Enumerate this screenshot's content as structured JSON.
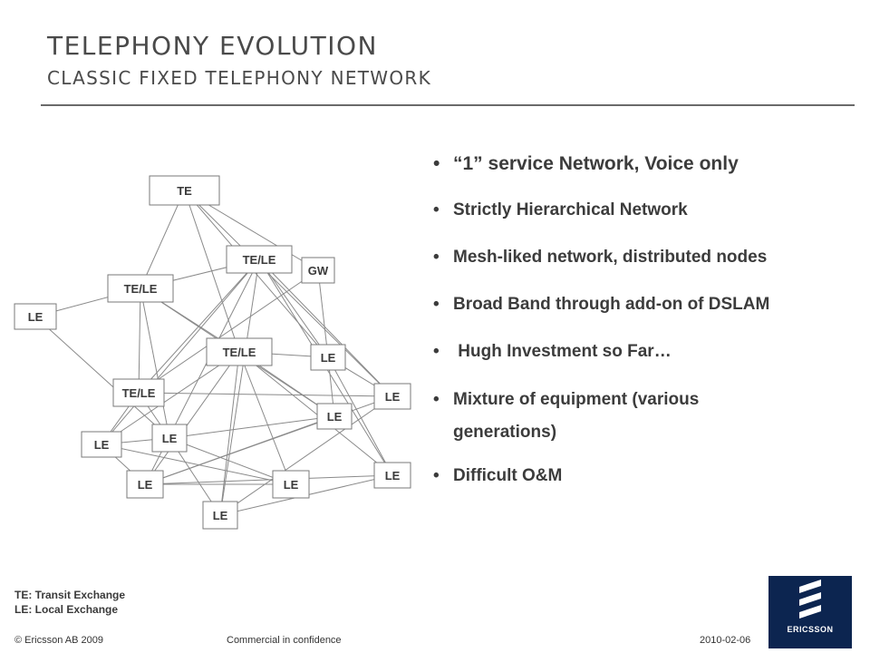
{
  "title": "TELEPHONY EVOLUTION",
  "subtitle": "CLASSIC FIXED TELEPHONY NETWORK",
  "network": {
    "nodes": [
      {
        "id": "te",
        "label": "TE"
      },
      {
        "id": "tele1",
        "label": "TE/LE"
      },
      {
        "id": "gw",
        "label": "GW"
      },
      {
        "id": "tele2",
        "label": "TE/LE"
      },
      {
        "id": "le_left",
        "label": "LE"
      },
      {
        "id": "tele3",
        "label": "TE/LE"
      },
      {
        "id": "le1",
        "label": "LE"
      },
      {
        "id": "tele4",
        "label": "TE/LE"
      },
      {
        "id": "le2",
        "label": "LE"
      },
      {
        "id": "le3",
        "label": "LE"
      },
      {
        "id": "le4",
        "label": "LE"
      },
      {
        "id": "le5",
        "label": "LE"
      },
      {
        "id": "le6",
        "label": "LE"
      },
      {
        "id": "le7",
        "label": "LE"
      },
      {
        "id": "le8",
        "label": "LE"
      },
      {
        "id": "le9",
        "label": "LE"
      }
    ],
    "edges": [
      [
        "te",
        "tele3"
      ],
      [
        "te",
        "tele2"
      ],
      [
        "te",
        "gw"
      ],
      [
        "te",
        "le1"
      ],
      [
        "te",
        "le2"
      ],
      [
        "tele1",
        "tele2"
      ],
      [
        "tele1",
        "le1"
      ],
      [
        "tele1",
        "le4"
      ],
      [
        "tele1",
        "tele4"
      ],
      [
        "tele1",
        "le2"
      ],
      [
        "tele1",
        "le6"
      ],
      [
        "tele1",
        "le9"
      ],
      [
        "tele1",
        "le7"
      ],
      [
        "tele2",
        "tele3"
      ],
      [
        "tele2",
        "le_left"
      ],
      [
        "tele2",
        "tele4"
      ],
      [
        "tele2",
        "le5"
      ],
      [
        "tele2",
        "le3"
      ],
      [
        "gw",
        "le1"
      ],
      [
        "gw",
        "tele4"
      ],
      [
        "le_left",
        "le5"
      ],
      [
        "tele3",
        "le1"
      ],
      [
        "tele3",
        "le4"
      ],
      [
        "tele3",
        "le6"
      ],
      [
        "tele3",
        "le7"
      ],
      [
        "tele3",
        "le9"
      ],
      [
        "tele3",
        "le3"
      ],
      [
        "tele3",
        "le8"
      ],
      [
        "le1",
        "le2"
      ],
      [
        "le1",
        "le6"
      ],
      [
        "le1",
        "le3"
      ],
      [
        "tele4",
        "le2"
      ],
      [
        "tele4",
        "le5"
      ],
      [
        "tele4",
        "le4"
      ],
      [
        "le2",
        "le9"
      ],
      [
        "le2",
        "le7"
      ],
      [
        "le3",
        "le7"
      ],
      [
        "le4",
        "le5"
      ],
      [
        "le4",
        "le8"
      ],
      [
        "le4",
        "le7"
      ],
      [
        "le5",
        "le9"
      ],
      [
        "le5",
        "le8"
      ],
      [
        "le5",
        "le3"
      ],
      [
        "le6",
        "le7"
      ],
      [
        "le6",
        "le9"
      ],
      [
        "le7",
        "le8"
      ]
    ]
  },
  "bullets": [
    "“1”  service Network, Voice only",
    "Strictly Hierarchical Network",
    "Mesh-liked network, distributed nodes",
    "Broad Band through add-on of DSLAM",
    " Hugh Investment so Far…",
    "Mixture of equipment (various generations)",
    "Difficult O&M"
  ],
  "legend": {
    "te": "TE: Transit Exchange",
    "le": "LE: Local Exchange"
  },
  "footer": {
    "copyright": "© Ericsson AB 2009",
    "confidential": "Commercial in confidence",
    "date": "2010-02-06"
  },
  "logo": {
    "text": "ERICSSON",
    "icon": "ericsson-logo-icon",
    "color": "#0c2550"
  }
}
